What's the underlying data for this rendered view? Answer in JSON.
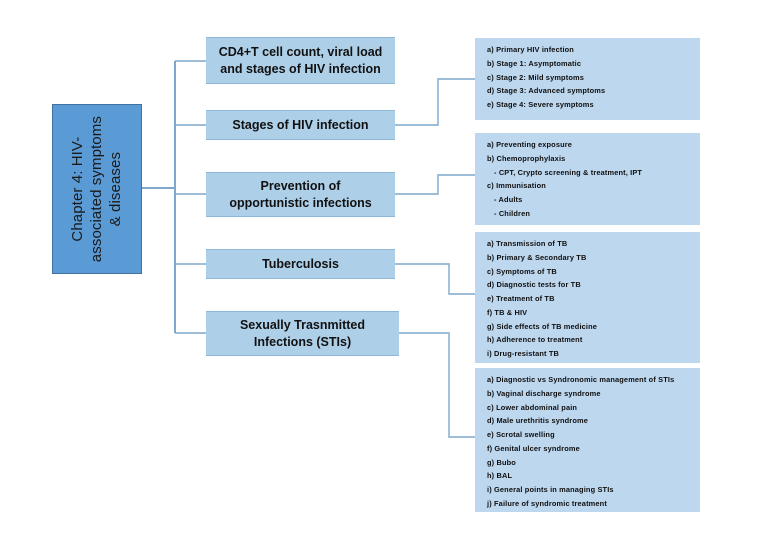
{
  "diagram": {
    "type": "mind-map",
    "title": "Chapter 4: HIV-associated symptoms & diseases",
    "colors": {
      "root_fill": "#5B9BD5",
      "branch_fill": "#AECFE8",
      "panel_fill": "#BDD7EE",
      "connector": "#7FA8CC",
      "text": "#111111",
      "background": "#FFFFFF"
    },
    "root": {
      "line1": "Chapter 4: HIV-",
      "line2": "associated symptoms",
      "line3": "& diseases"
    },
    "branches": [
      {
        "id": "cd4",
        "line1": "CD4+T cell count, viral load",
        "line2": "and stages of HIV infection",
        "details": []
      },
      {
        "id": "stages",
        "line1": "Stages of HIV infection",
        "line2": "",
        "details": [
          "a) Primary HIV infection",
          "b) Stage 1: Asymptomatic",
          "c) Stage 2: Mild symptoms",
          "d) Stage 3: Advanced symptoms",
          "e) Stage 4: Severe symptoms"
        ]
      },
      {
        "id": "prevention",
        "line1": "Prevention of",
        "line2": "opportunistic infections",
        "details": [
          "a) Preventing exposure",
          "b) Chemoprophylaxis",
          "- CPT, Crypto screening & treatment, IPT",
          "c) Immunisation",
          "- Adults",
          "- Children"
        ]
      },
      {
        "id": "tb",
        "line1": "Tuberculosis",
        "line2": "",
        "details": [
          "a) Transmission of TB",
          "b) Primary & Secondary TB",
          "c) Symptoms of TB",
          "d) Diagnostic tests for TB",
          "e) Treatment of TB",
          "f) TB & HIV",
          "g) Side effects of TB medicine",
          "h) Adherence to treatment",
          "i) Drug-resistant TB"
        ]
      },
      {
        "id": "sti",
        "line1": "Sexually Trasnmitted",
        "line2": "Infections (STIs)",
        "details": [
          "a) Diagnostic vs Syndronomic management of STIs",
          "b) Vaginal discharge syndrome",
          "c) Lower abdominal pain",
          "d) Male urethritis syndrome",
          "e) Scrotal swelling",
          "f) Genital ulcer syndrome",
          "g) Bubo",
          "h) BAL",
          "i) General points in managing STIs",
          "j) Failure of syndromic treatment"
        ]
      }
    ]
  }
}
